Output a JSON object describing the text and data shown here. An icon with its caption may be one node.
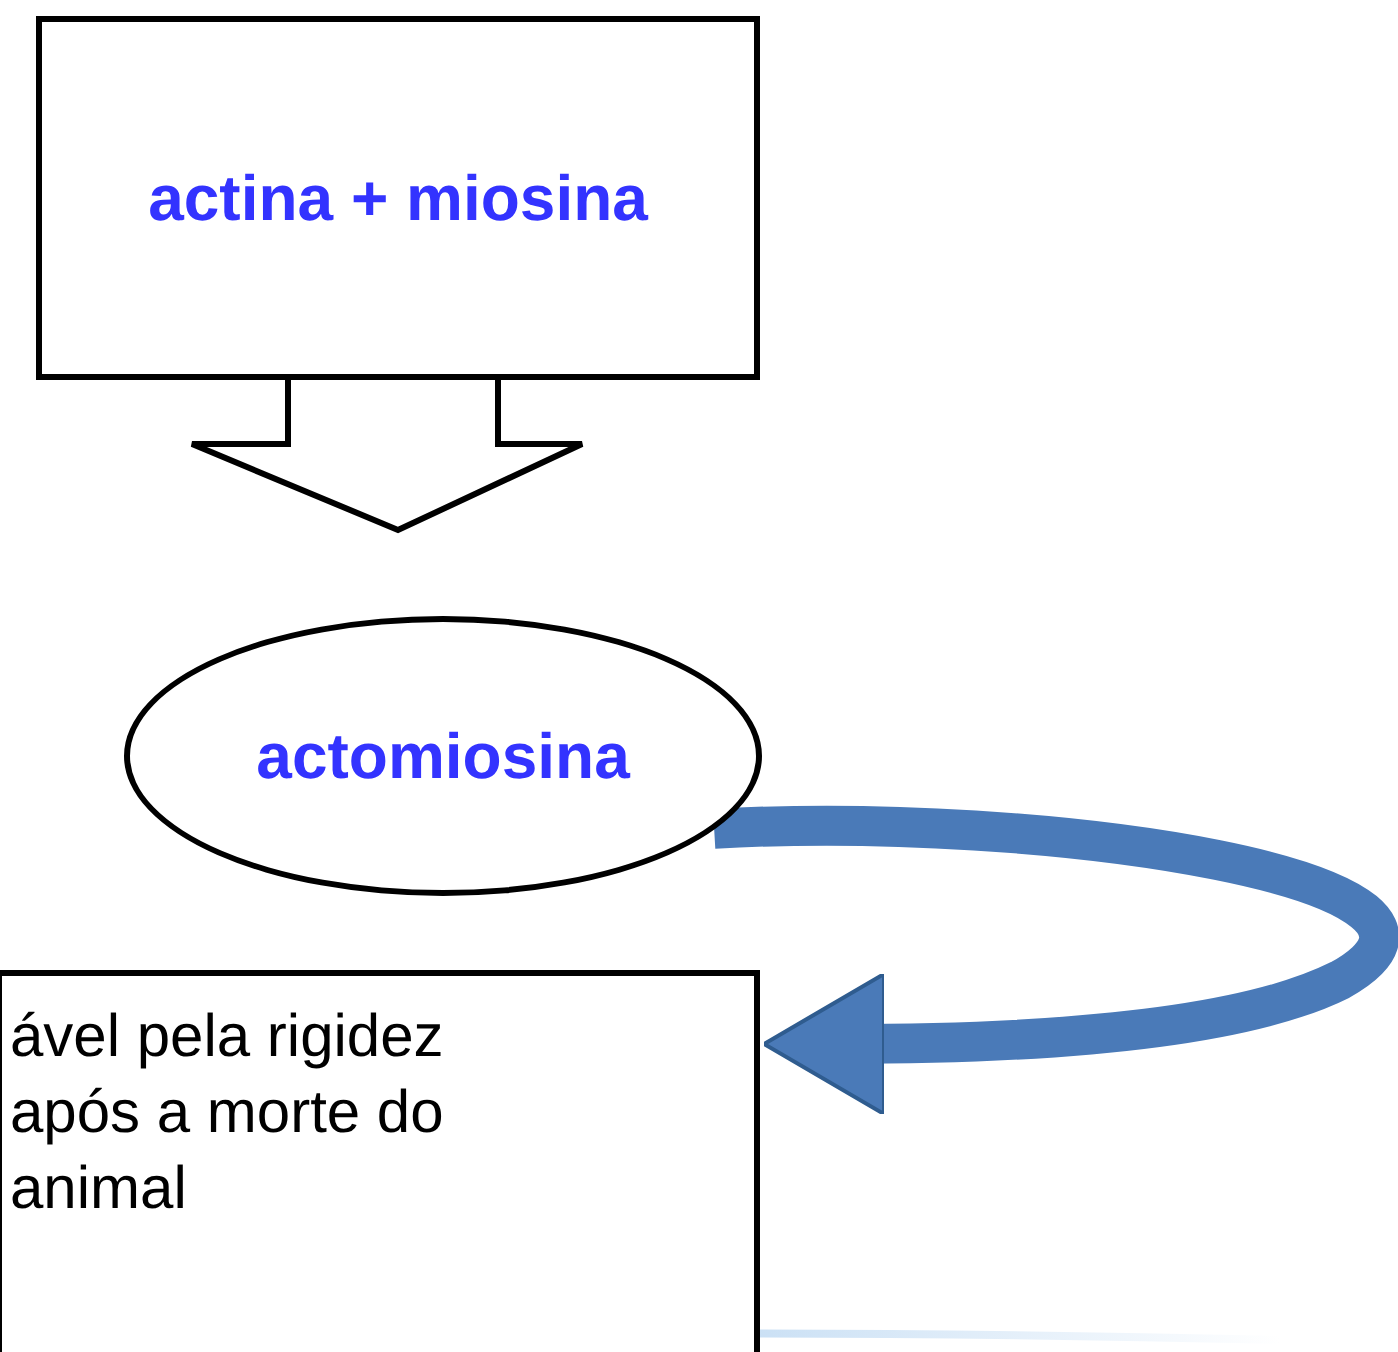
{
  "diagram": {
    "nodes": [
      {
        "text": [
          "actina + miosina"
        ]
      },
      {
        "text": [
          "actomiosina"
        ]
      },
      {
        "text": [
          "ável pela rigidez após a morte do animal"
        ]
      }
    ],
    "edges": [
      {
        "from": 0,
        "to": 1,
        "arrow": "to"
      },
      {
        "from": 1,
        "to": 2,
        "arrow": "to",
        "color": "#4a7ab8"
      }
    ]
  }
}
